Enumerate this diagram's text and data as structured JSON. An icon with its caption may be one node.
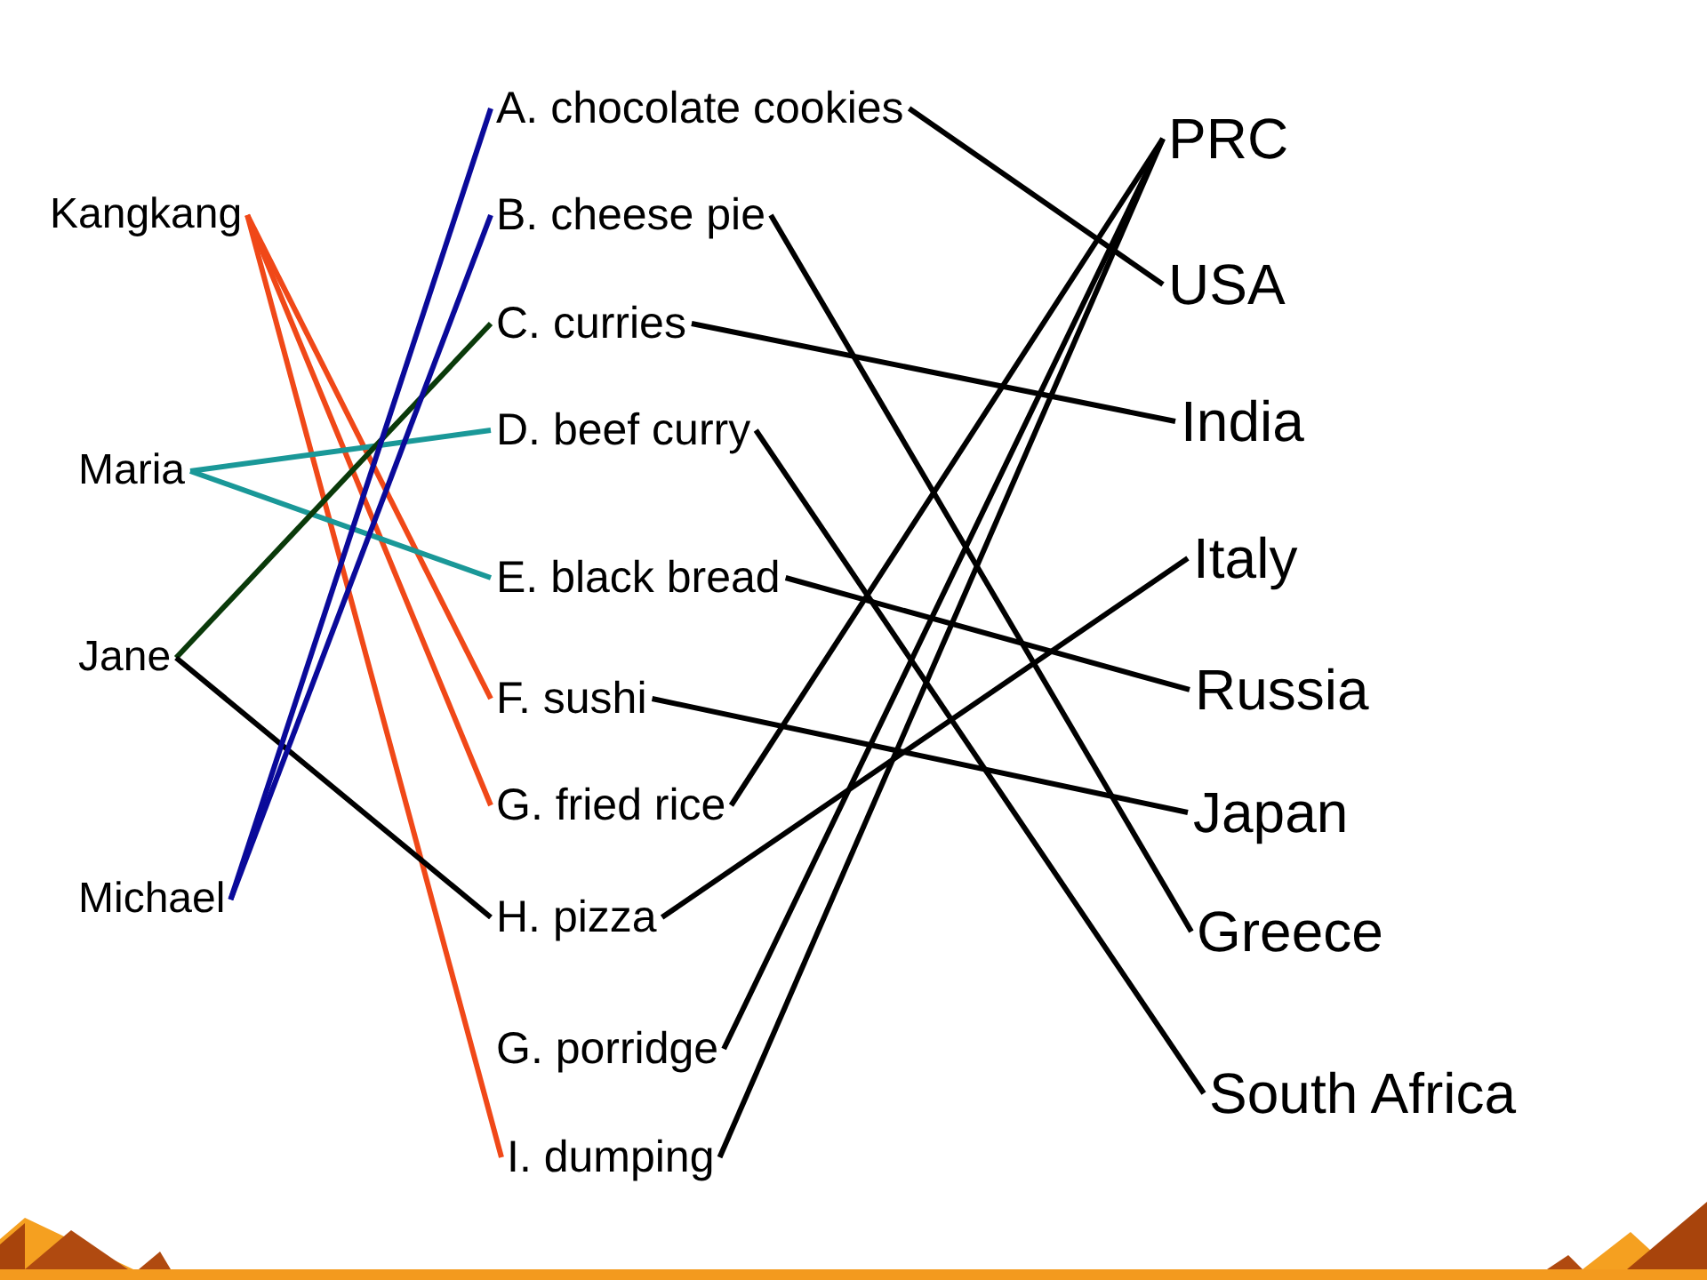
{
  "diagram": {
    "nodes": [
      {
        "text": [
          "Kangkang"
        ]
      },
      {
        "text": [
          "Maria"
        ]
      },
      {
        "text": [
          "Jane"
        ]
      },
      {
        "text": [
          "Michael"
        ]
      },
      {
        "text": [
          "A. chocolate cookies"
        ]
      },
      {
        "text": [
          "B. cheese pie"
        ]
      },
      {
        "text": [
          "C. curries"
        ]
      },
      {
        "text": [
          "D. beef curry"
        ]
      },
      {
        "text": [
          "E. black bread"
        ]
      },
      {
        "text": [
          "F. sushi"
        ]
      },
      {
        "text": [
          "G. fried rice"
        ]
      },
      {
        "text": [
          "H. pizza"
        ]
      },
      {
        "text": [
          "G. porridge"
        ]
      },
      {
        "text": [
          "I. dumping"
        ]
      },
      {
        "text": [
          "PRC"
        ]
      },
      {
        "text": [
          "USA"
        ]
      },
      {
        "text": [
          "India"
        ]
      },
      {
        "text": [
          "Italy"
        ]
      },
      {
        "text": [
          "Russia"
        ]
      },
      {
        "text": [
          "Japan"
        ]
      },
      {
        "text": [
          "Greece"
        ]
      },
      {
        "text": [
          "South Africa"
        ]
      }
    ],
    "edges": [
      {
        "from": 0,
        "to": 9,
        "arrow": "none",
        "color": "#f04818"
      },
      {
        "from": 0,
        "to": 10,
        "arrow": "none",
        "color": "#f04818"
      },
      {
        "from": 0,
        "to": 13,
        "arrow": "none",
        "color": "#f04818"
      },
      {
        "from": 1,
        "to": 7,
        "arrow": "none",
        "color": "#1a9898"
      },
      {
        "from": 1,
        "to": 8,
        "arrow": "none",
        "color": "#1a9898"
      },
      {
        "from": 2,
        "to": 6,
        "arrow": "none",
        "color": "#0a3a0a"
      },
      {
        "from": 2,
        "to": 11,
        "arrow": "none"
      },
      {
        "from": 3,
        "to": 4,
        "arrow": "none",
        "color": "#0a0a9a"
      },
      {
        "from": 3,
        "to": 5,
        "arrow": "none",
        "color": "#0a0a9a"
      },
      {
        "from": 4,
        "to": 15,
        "arrow": "none"
      },
      {
        "from": 5,
        "to": 20,
        "arrow": "none"
      },
      {
        "from": 6,
        "to": 16,
        "arrow": "none"
      },
      {
        "from": 7,
        "to": 21,
        "arrow": "none"
      },
      {
        "from": 8,
        "to": 18,
        "arrow": "none"
      },
      {
        "from": 9,
        "to": 19,
        "arrow": "none"
      },
      {
        "from": 10,
        "to": 14,
        "arrow": "none"
      },
      {
        "from": 11,
        "to": 17,
        "arrow": "none"
      },
      {
        "from": 12,
        "to": 14,
        "arrow": "none"
      },
      {
        "from": 13,
        "to": 14,
        "arrow": "none"
      }
    ]
  }
}
